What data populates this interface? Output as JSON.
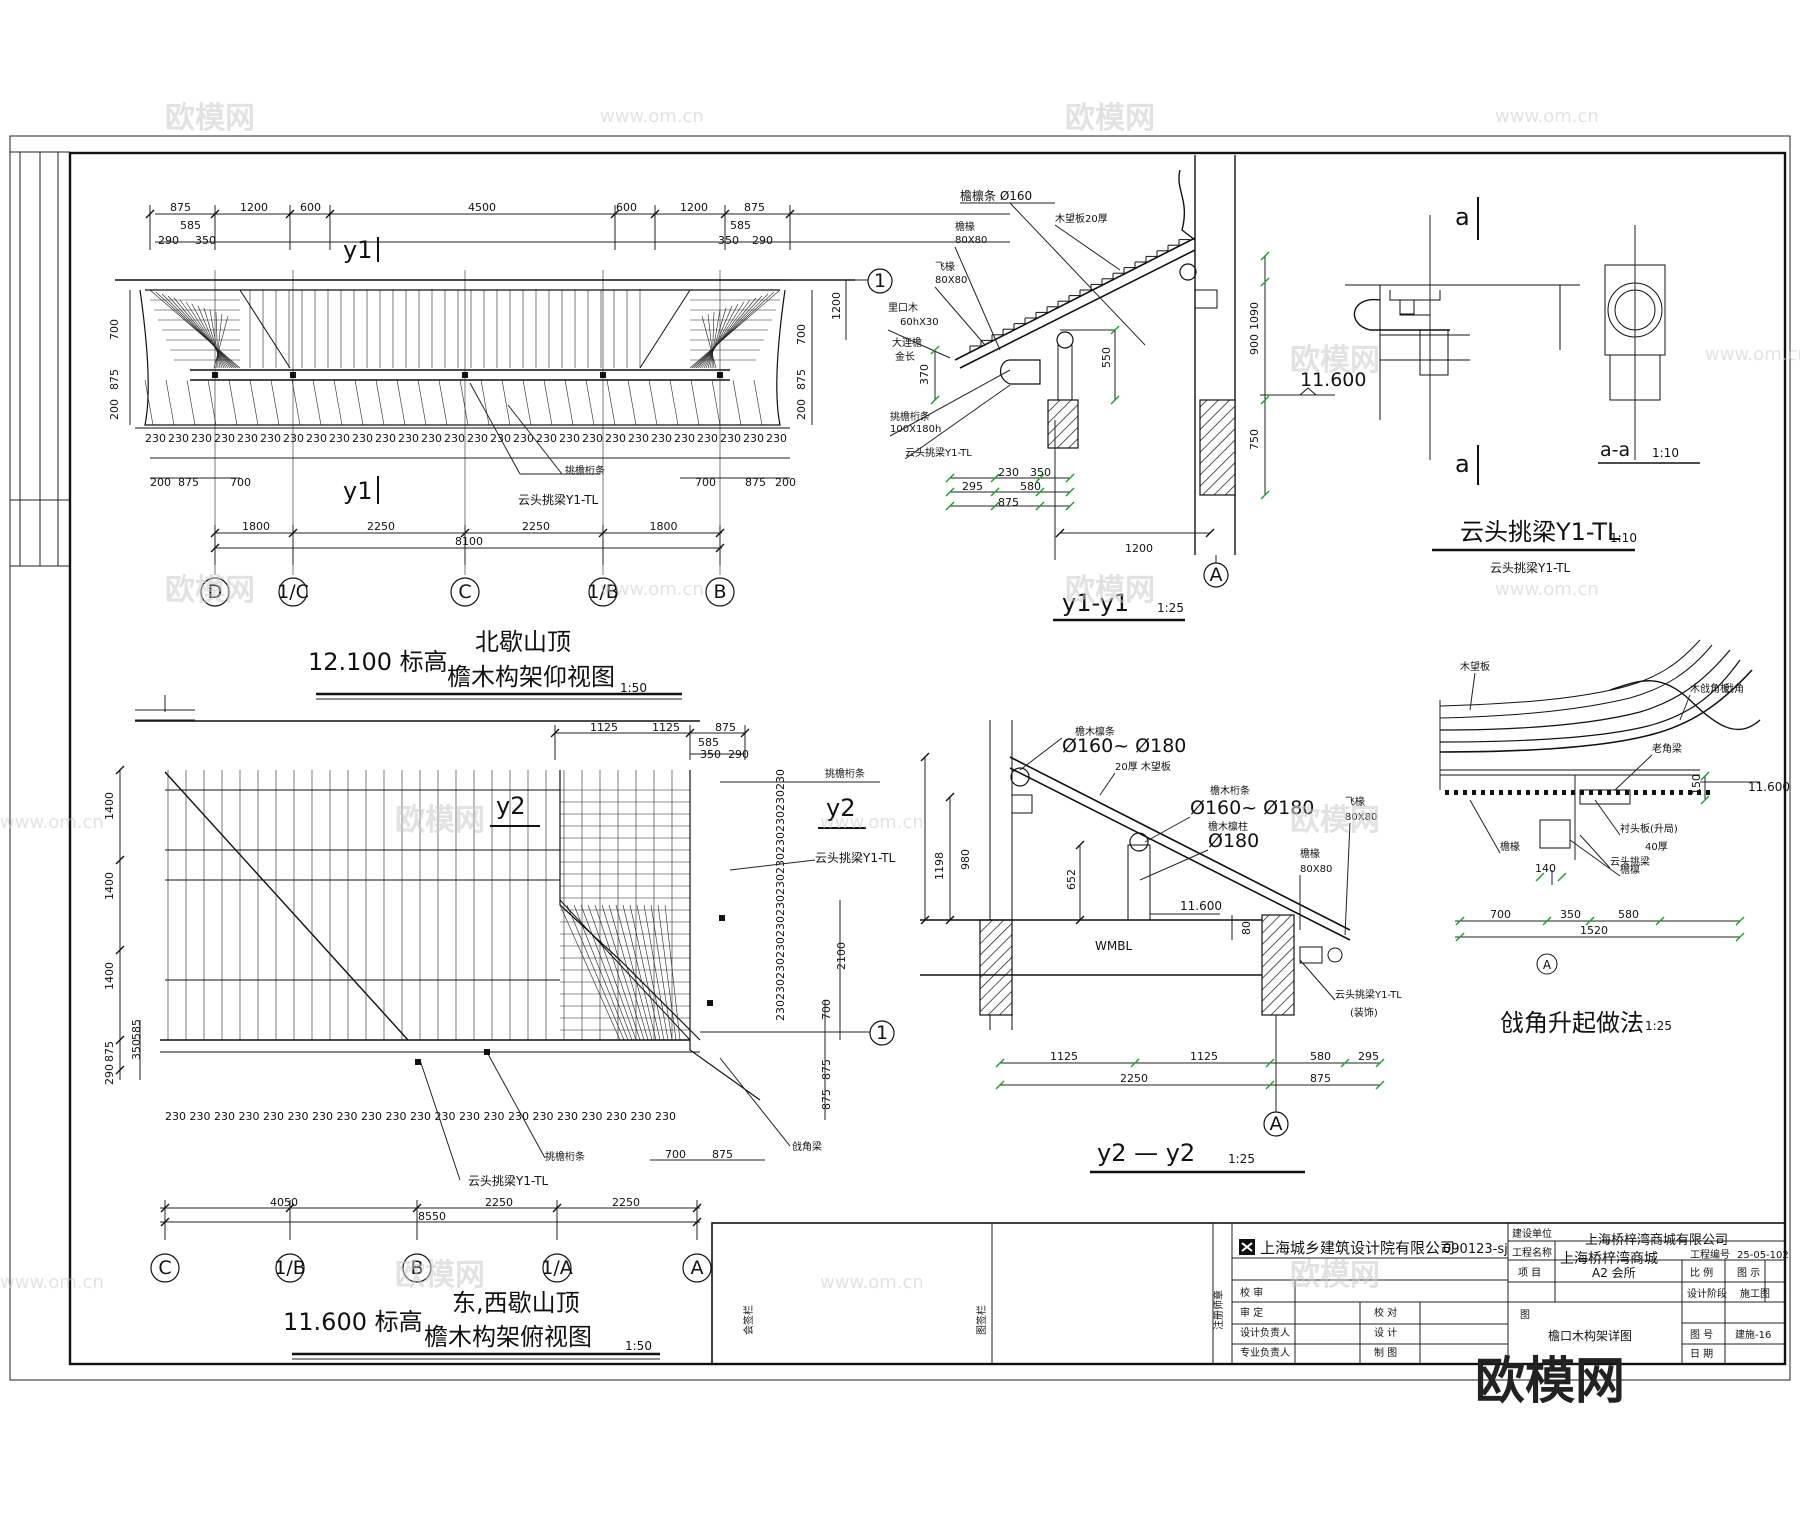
{
  "colors": {
    "line": "#111111",
    "dim_tick": "#18a32c",
    "watermark": "#cccccc"
  },
  "watermarks": {
    "logo": "欧模网",
    "url": "www.om.cn",
    "brand": "欧模网"
  },
  "view_north": {
    "elev": "12.100 标高",
    "title_l1": "北歇山顶",
    "title_l2": "檐木构架仰视图",
    "scale": "1:50",
    "section_mark": "y1",
    "top_dims": [
      "875",
      "1200",
      "600",
      "4500",
      "600",
      "1200",
      "875"
    ],
    "top_dims2_left": [
      "585",
      "290",
      "350"
    ],
    "top_dims2_right": [
      "350",
      "585",
      "290"
    ],
    "side_dims_left": [
      "700",
      "875",
      "200"
    ],
    "side_dims_right": [
      "1200",
      "700",
      "875",
      "200"
    ],
    "rafter_spacing": "230",
    "bottom_dims": [
      "200",
      "875",
      "700",
      "700",
      "875",
      "200"
    ],
    "axis_dims": [
      "1800",
      "2250",
      "2250",
      "1800"
    ],
    "total": "8100",
    "axes": [
      "D",
      "1/C",
      "C",
      "1/B",
      "B"
    ],
    "callout_a": "挑檐桁条",
    "callout_b": "云头挑梁Y1-TL",
    "grid_circle": "1"
  },
  "view_east": {
    "elev": "11.600 标高",
    "title_l1": "东,西歇山顶",
    "title_l2": "檐木构架俯视图",
    "scale": "1:50",
    "section_mark": "y2",
    "top_dims": [
      "1125",
      "1125",
      "875"
    ],
    "top_dims2": [
      "585",
      "350",
      "290",
      "290"
    ],
    "left_dims": [
      "1400",
      "1400",
      "1400",
      "875",
      "585",
      "350",
      "290"
    ],
    "right_dims": [
      "2100",
      "700",
      "875",
      "875"
    ],
    "rafter_spacing": "230",
    "bottom_dims": [
      "700",
      "875"
    ],
    "axis_dims": [
      "4050",
      "2250",
      "2250"
    ],
    "total": "8550",
    "axes": [
      "C",
      "1/B",
      "B",
      "1/A",
      "A"
    ],
    "callout_a": "挑檐桁条",
    "callout_b": "云头挑梁Y1-TL",
    "callout_c": "戗角梁",
    "grid_circle": "1"
  },
  "section_y1": {
    "title": "y1-y1",
    "scale": "1:25",
    "labels": [
      "檐檩条 Ø160",
      "木望板20厚",
      "檐椽",
      "80X80",
      "飞椽",
      "80X80",
      "里口木",
      "60hX30",
      "大连檐",
      "金长",
      "挑檐桁条",
      "100X180h",
      "云头挑梁Y1-TL"
    ],
    "elev": "11.600",
    "dims_v": [
      "1090",
      "900",
      "550",
      "370",
      "750"
    ],
    "dims_h": [
      "230",
      "350",
      "295",
      "580",
      "875",
      "1200"
    ],
    "axis": "A"
  },
  "detail_a": {
    "title": "云头挑梁Y1-TL",
    "scale": "1:10",
    "subtitle": "云头挑梁Y1-TL",
    "cut": "a",
    "section": "a-a",
    "section_scale": "1:10"
  },
  "section_y2": {
    "title": "y2 — y2",
    "scale": "1:25",
    "labels": [
      "檐木檩条",
      "Ø160~ Ø180",
      "20厚 木望板",
      "檐木桁条",
      "Ø160~ Ø180",
      "檐木檩柱",
      "Ø180",
      "檐椽",
      "80X80",
      "飞椽",
      "80X80",
      "云头挑梁Y1-TL",
      "(装饰)"
    ],
    "elev": "11.600",
    "beam": "WMBL",
    "dims_v": [
      "1198",
      "980",
      "652",
      "80"
    ],
    "dims_h": [
      "1125",
      "1125",
      "580",
      "295",
      "2250",
      "875"
    ],
    "axis": "A"
  },
  "detail_b": {
    "title": "戗角升起做法",
    "scale": "1:25",
    "labels": [
      "木望板",
      "木戗角板",
      "戗角",
      "老角梁",
      "衬头板(升局)",
      "40厚",
      "云头挑梁",
      "檐椽",
      "檐檩"
    ],
    "elev": "11.600",
    "dims": [
      "150",
      "140",
      "700",
      "350",
      "580",
      "1520"
    ],
    "axis": "A"
  },
  "title_block": {
    "company": "上海城乡建筑设计院有限公司",
    "code": "090123-sj",
    "client_label": "建设单位",
    "client": "上海桥梓湾商城有限公司",
    "project_label": "工程名称",
    "project": "上海桥梓湾商城",
    "item_label": "项 目",
    "item": "A2 会所",
    "num_label": "工程编号",
    "num": "25-05-102",
    "ratio_label": "比 例",
    "ratio": "图 示",
    "stage_label": "设计阶段",
    "stage": "施工图",
    "drawing_label": "图 号",
    "drawing_no": "建施-16",
    "date_label": "日 期",
    "sheet_label": "图",
    "sheet_name": "檐口木构架详图",
    "roles": [
      "校 审",
      "审 定",
      "设计负责人",
      "专业负责人"
    ],
    "roles2": [
      "校 对",
      "设 计",
      "制 图"
    ],
    "stamp_label": "注册师章",
    "col1": "会签栏",
    "col2": "图签栏"
  }
}
